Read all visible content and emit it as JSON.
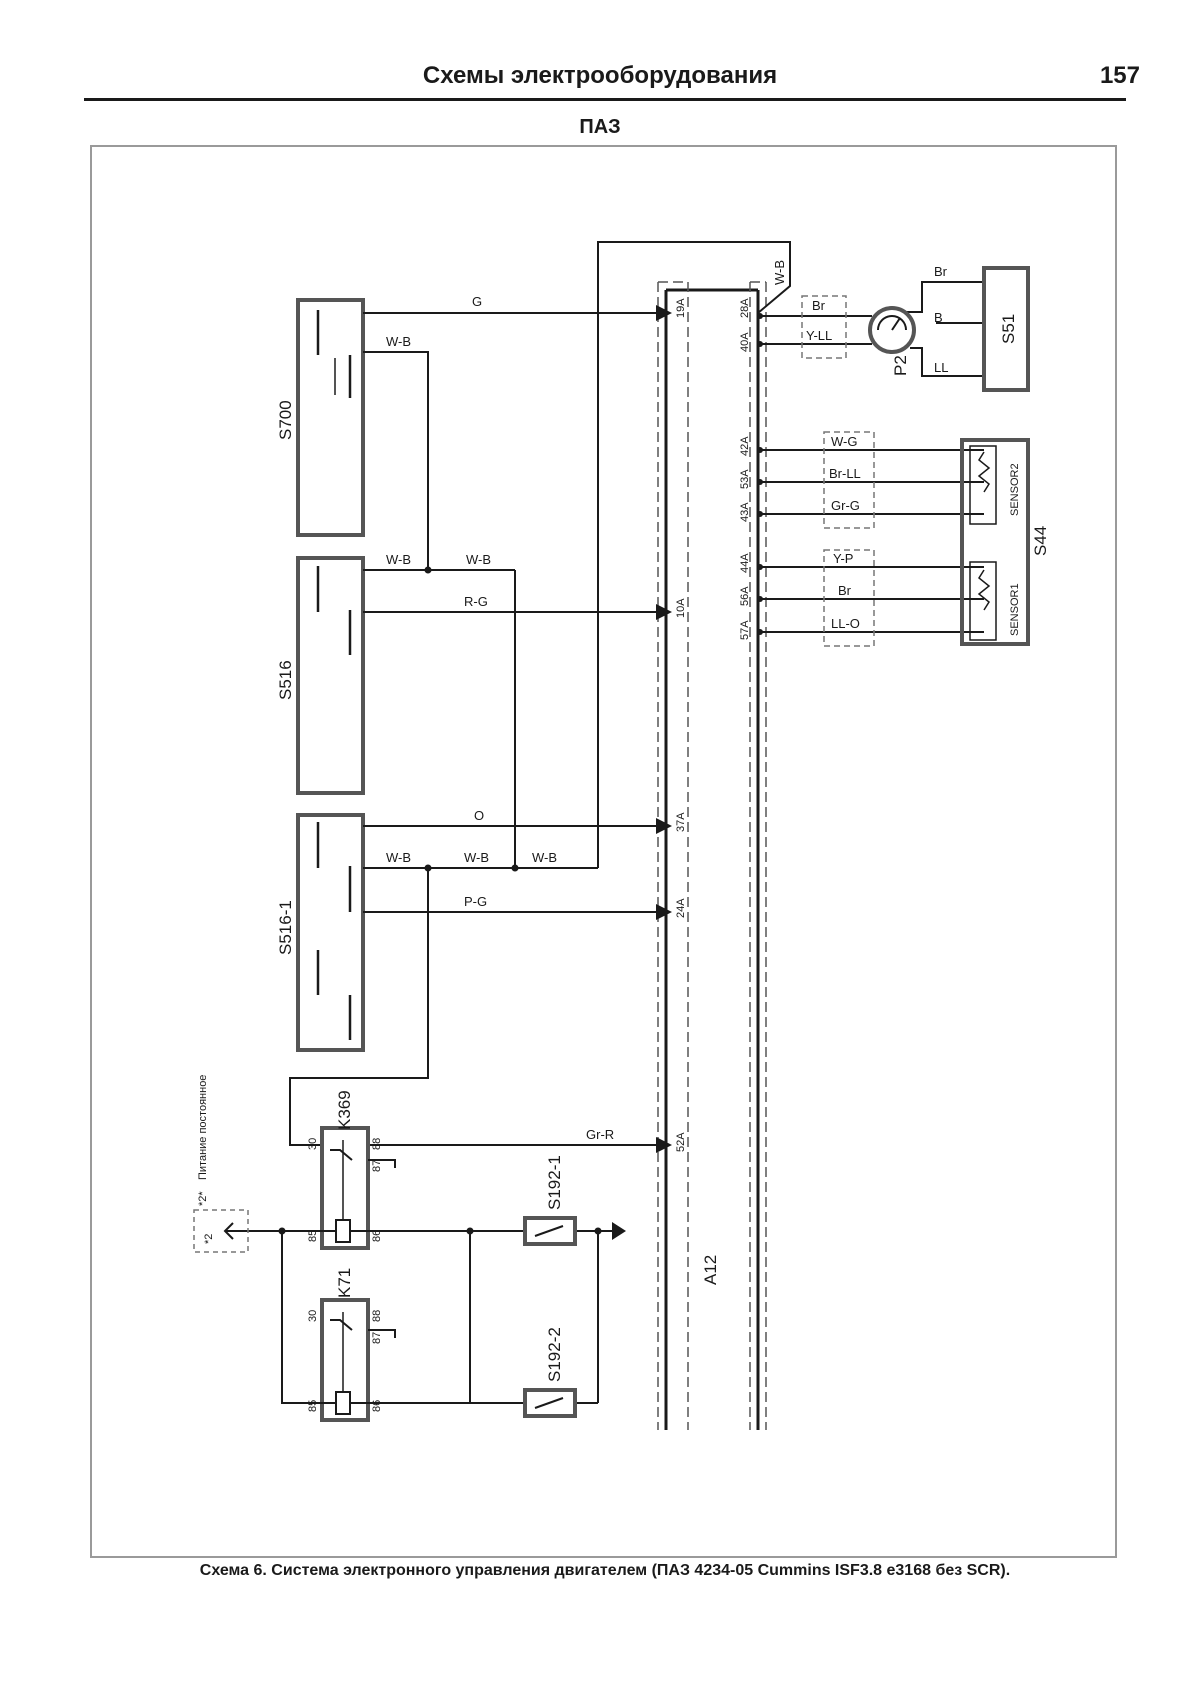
{
  "header": {
    "title": "Схемы электрооборудования",
    "page_number": "157",
    "brand": "ПАЗ"
  },
  "caption": "Схема 6. Система электронного управления двигателем (ПАЗ 4234-05 Cummins ISF3.8 e3168 без SCR).",
  "components": {
    "s700": "S700",
    "s516": "S516",
    "s516_1": "S516-1",
    "k369": "K369",
    "k71": "K71",
    "s192_1": "S192-1",
    "s192_2": "S192-2",
    "a12": "A12",
    "p2": "P2",
    "s51": "S51",
    "s44": "S44",
    "sensor1": "SENSOR1",
    "sensor2": "SENSOR2"
  },
  "power_note": {
    "label": "Питание постоянное",
    "note_mark": "*2*",
    "terminal": "*2"
  },
  "wires": {
    "g": "G",
    "wb": "W-B",
    "rg": "R-G",
    "o": "O",
    "pg": "P-G",
    "grr": "Gr-R",
    "br": "Br",
    "yll": "Y-LL",
    "b": "B",
    "ll": "LL",
    "wg": "W-G",
    "brll": "Br-LL",
    "grg": "Gr-G",
    "yp": "Y-P",
    "llo": "LL-O"
  },
  "connector_pins": {
    "p19a": "19A",
    "p28a": "28A",
    "p40a": "40A",
    "p10a": "10A",
    "p37a": "37A",
    "p24a": "24A",
    "p52a": "52A",
    "p42a": "42A",
    "p53a": "53A",
    "p43a": "43A",
    "p44a": "44A",
    "p56a": "56A",
    "p57a": "57A"
  },
  "relay_terminals": {
    "t30": "30",
    "t85": "85",
    "t86": "86",
    "t87": "87",
    "t88": "88"
  }
}
